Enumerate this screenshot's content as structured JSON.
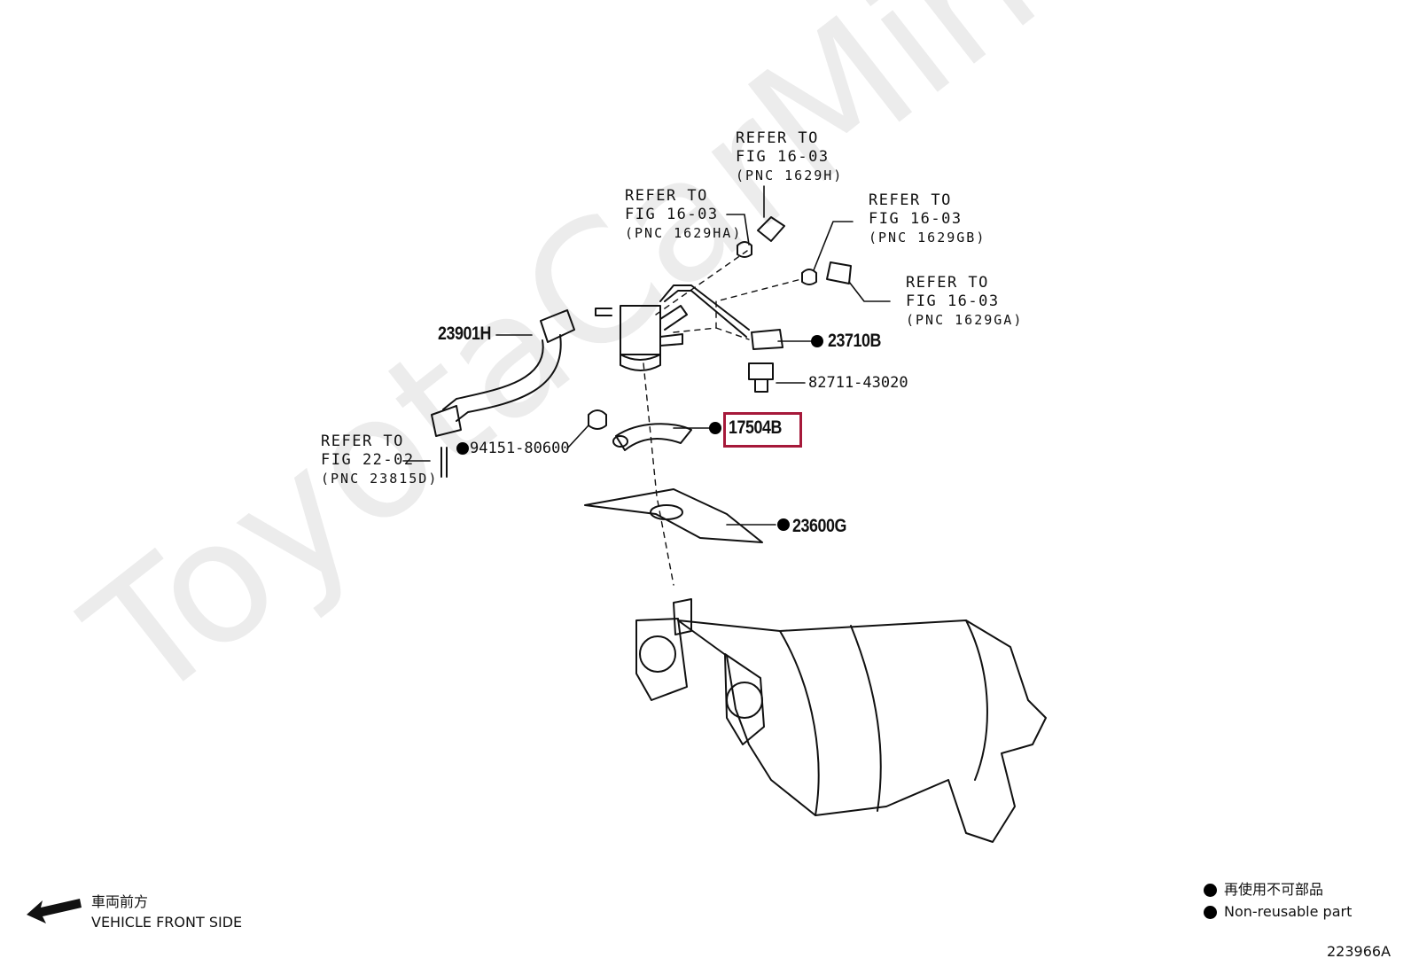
{
  "watermark": "ToyotaCarMine.ru",
  "references": [
    {
      "id": "ref-1629h",
      "line1": "REFER TO",
      "line2": "FIG 16-03",
      "line3": "(PNC 1629H)"
    },
    {
      "id": "ref-1629ha",
      "line1": "REFER TO",
      "line2": "FIG 16-03",
      "line3": "(PNC 1629HA)"
    },
    {
      "id": "ref-1629gb",
      "line1": "REFER TO",
      "line2": "FIG 16-03",
      "line3": "(PNC 1629GB)"
    },
    {
      "id": "ref-1629ga",
      "line1": "REFER TO",
      "line2": "FIG 16-03",
      "line3": "(PNC 1629GA)"
    },
    {
      "id": "ref-23815d",
      "line1": "REFER TO",
      "line2": "FIG 22-02",
      "line3": "(PNC 23815D)"
    }
  ],
  "parts": {
    "p23901h": "23901H",
    "p23710b": "23710B",
    "p82711": "82711-43020",
    "p17504b": "17504B",
    "p94151": "94151-80600",
    "p23600g": "23600G"
  },
  "highlighted_part": "17504B",
  "highlight_color": "#a6193a",
  "direction": {
    "jp": "車両前方",
    "en": "VEHICLE FRONT SIDE"
  },
  "legend": {
    "jp": "再使用不可部品",
    "en": "Non-reusable part"
  },
  "figure_id": "223966A"
}
